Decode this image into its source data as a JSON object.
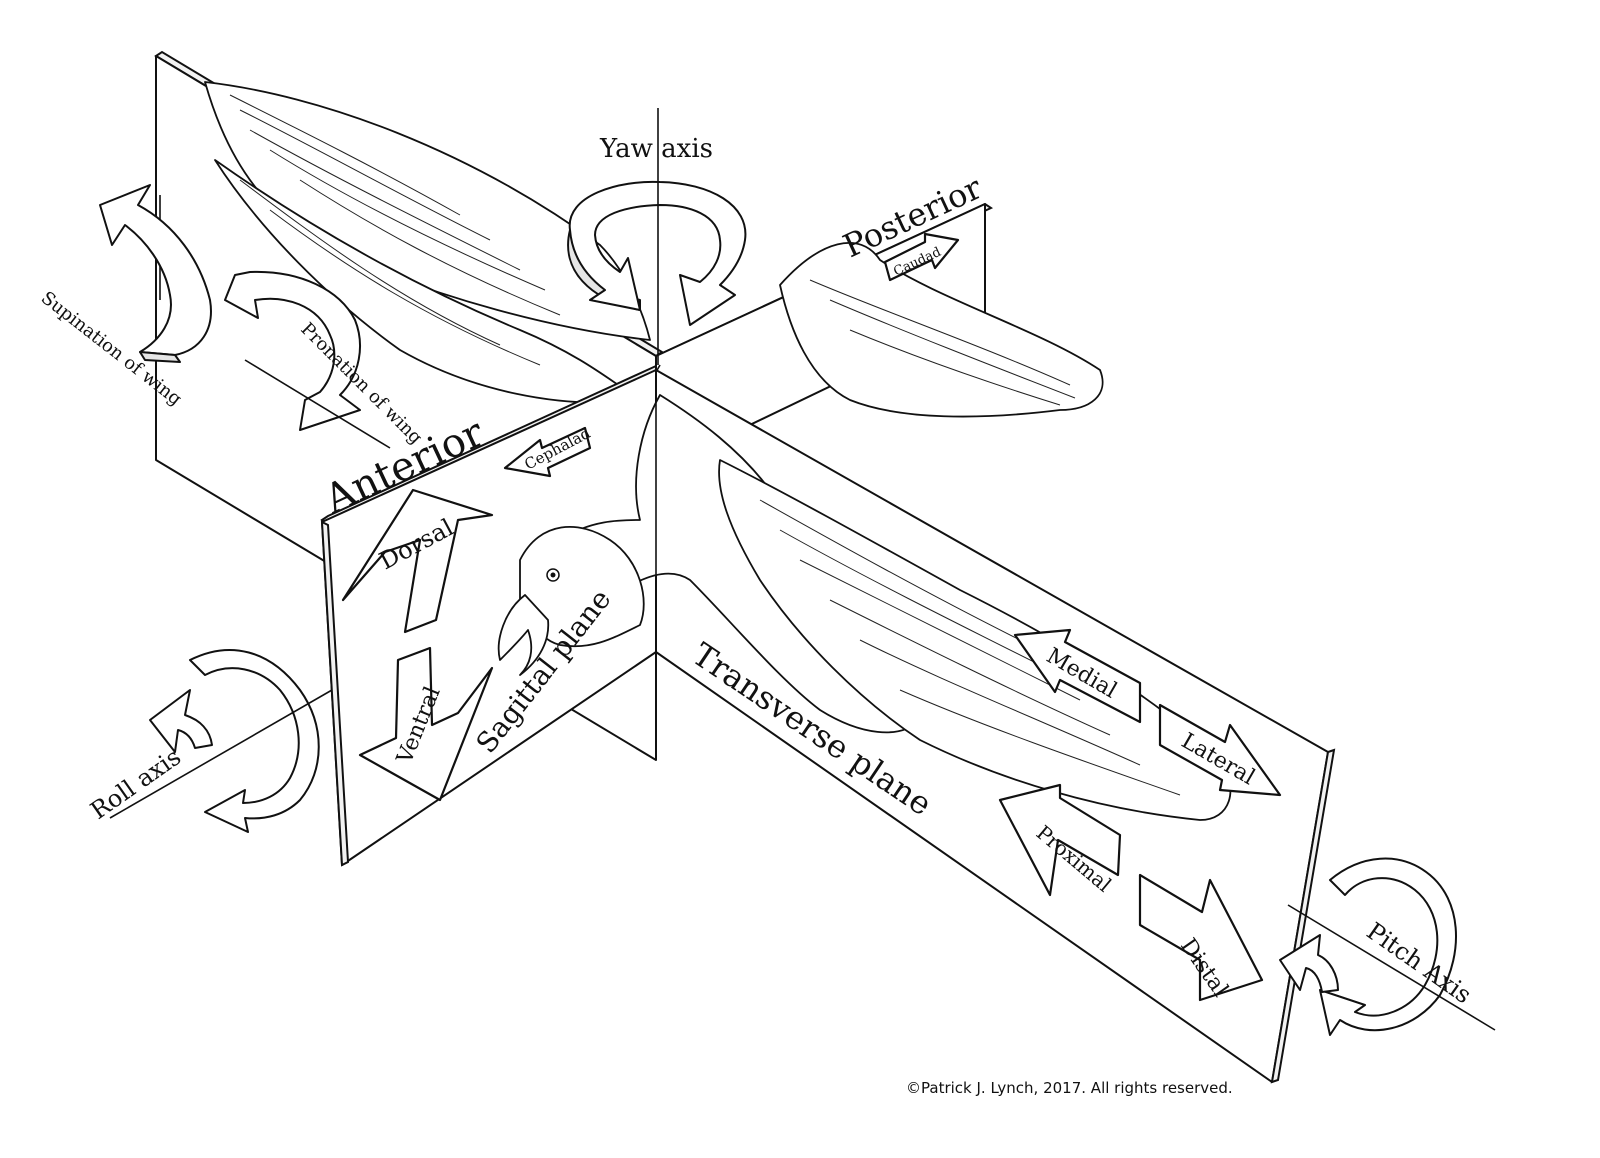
{
  "labels": {
    "yaw_axis": "Yaw axis",
    "posterior": "Posterior",
    "caudad": "Caudad",
    "anterior": "Anterior",
    "cephalad": "Cephalad",
    "dorsal": "Dorsal",
    "ventral": "Ventral",
    "sagittal_plane": "Sagittal plane",
    "transverse_plane": "Transverse plane",
    "medial": "Medial",
    "lateral": "Lateral",
    "proximal": "Proximal",
    "distal": "Distal",
    "roll_axis": "Roll axis",
    "pitch_axis": "Pitch Axis",
    "supination_of_wing": "Supination of wing",
    "pronation_of_wing": "Pronation of wing"
  },
  "copyright": "©Patrick J. Lynch, 2017. All rights reserved."
}
